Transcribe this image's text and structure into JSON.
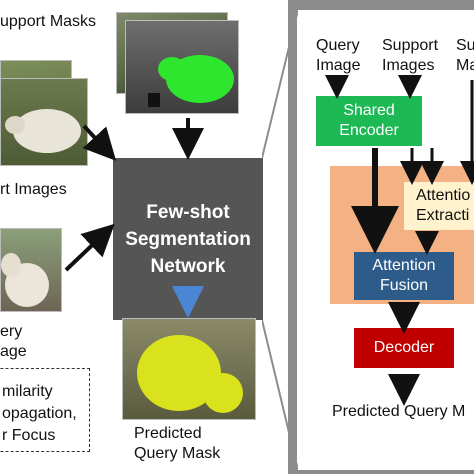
{
  "left": {
    "support_masks_label": "upport Masks",
    "support_images_label": "rt Images",
    "query_image_label_line1": "ery",
    "query_image_label_line2": "age",
    "network_line1": "Few-shot",
    "network_line2": "Segmentation",
    "network_line3": "Network",
    "predicted_line1": "Predicted",
    "predicted_line2": "Query Mask",
    "note_line1": "milarity",
    "note_line2": "opagation,",
    "note_line3": "r Focus"
  },
  "right": {
    "col1_line1": "Query",
    "col1_line2": "Image",
    "col2_line1": "Support",
    "col2_line2": "Images",
    "col3_line1": "Su",
    "col3_line2": "Ma",
    "shared_encoder_line1": "Shared",
    "shared_encoder_line2": "Encoder",
    "attention_extraction_line1": "Attentio",
    "attention_extraction_line2": "Extracti",
    "attention_fusion_line1": "Attention",
    "attention_fusion_line2": "Fusion",
    "decoder": "Decoder",
    "output_label": "Predicted Query M"
  },
  "colors": {
    "network": "#555555",
    "panel_border": "#8c8c8c",
    "encoder": "#1db954",
    "module_bg": "#f4b183",
    "extraction_bg": "#fff2cc",
    "fusion": "#2e5c8a",
    "decoder": "#c00000",
    "blue_arrow": "#4a86d4"
  }
}
